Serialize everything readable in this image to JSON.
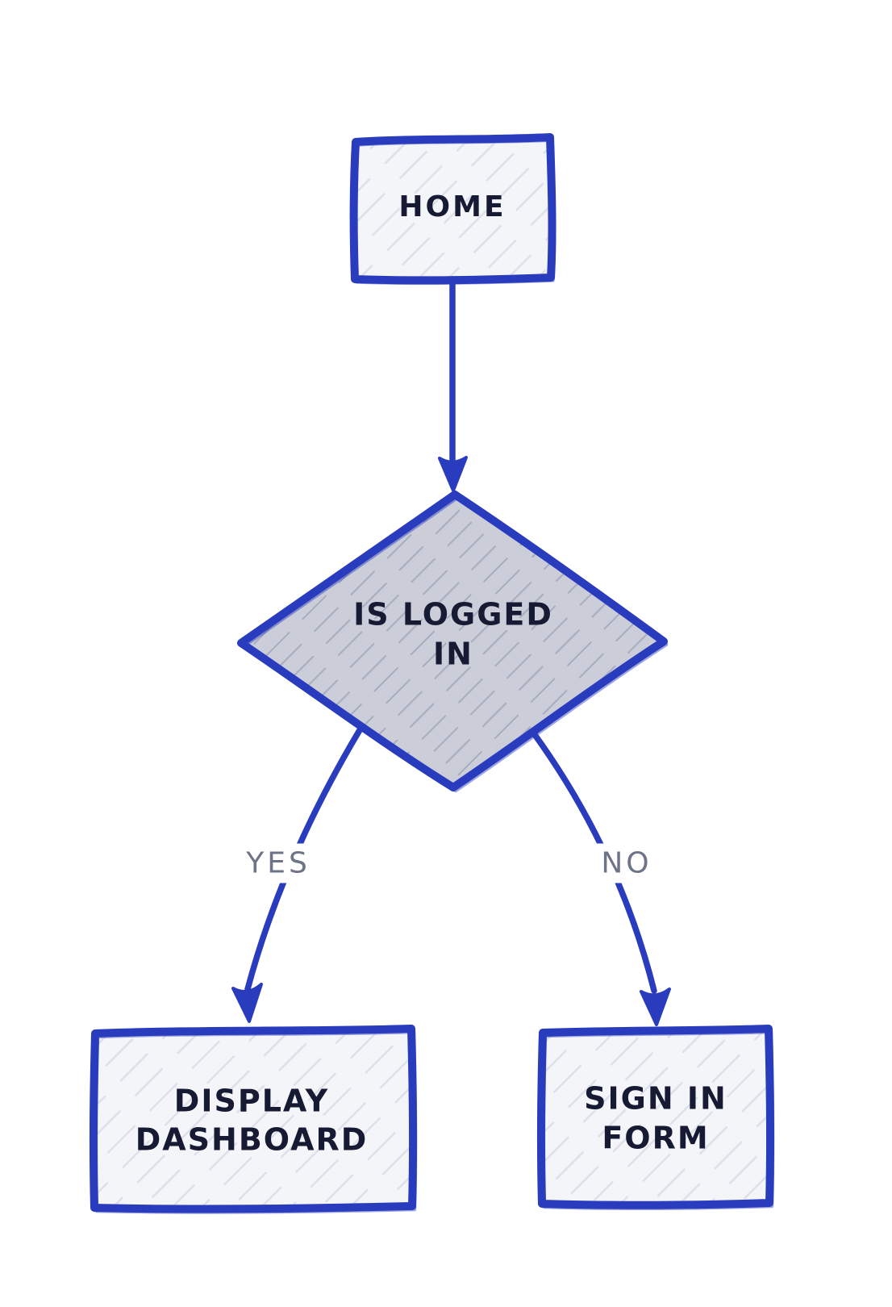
{
  "diagram_type": "flowchart",
  "nodes": {
    "home": {
      "label": "HOME",
      "shape": "rectangle"
    },
    "decision": {
      "line1": "IS LOGGED",
      "line2": "IN",
      "shape": "diamond"
    },
    "dashboard": {
      "line1": "DISPLAY",
      "line2": "DASHBOARD",
      "shape": "rectangle"
    },
    "signin": {
      "line1": "SIGN IN",
      "line2": "FORM",
      "shape": "rectangle"
    }
  },
  "edges": [
    {
      "from": "home",
      "to": "decision",
      "label": ""
    },
    {
      "from": "decision",
      "to": "dashboard",
      "label": "YES"
    },
    {
      "from": "decision",
      "to": "signin",
      "label": "NO"
    }
  ],
  "colors": {
    "stroke_blue": "#2a3cbe",
    "node_text": "#161a33",
    "edge_label_gray": "#6e7487",
    "decision_fill": "#cbcdd9",
    "process_fill": "#f4f5f9",
    "hatch_light": "#dcdfe9",
    "hatch_dark": "#a7acbf",
    "background": "#ffffff"
  }
}
